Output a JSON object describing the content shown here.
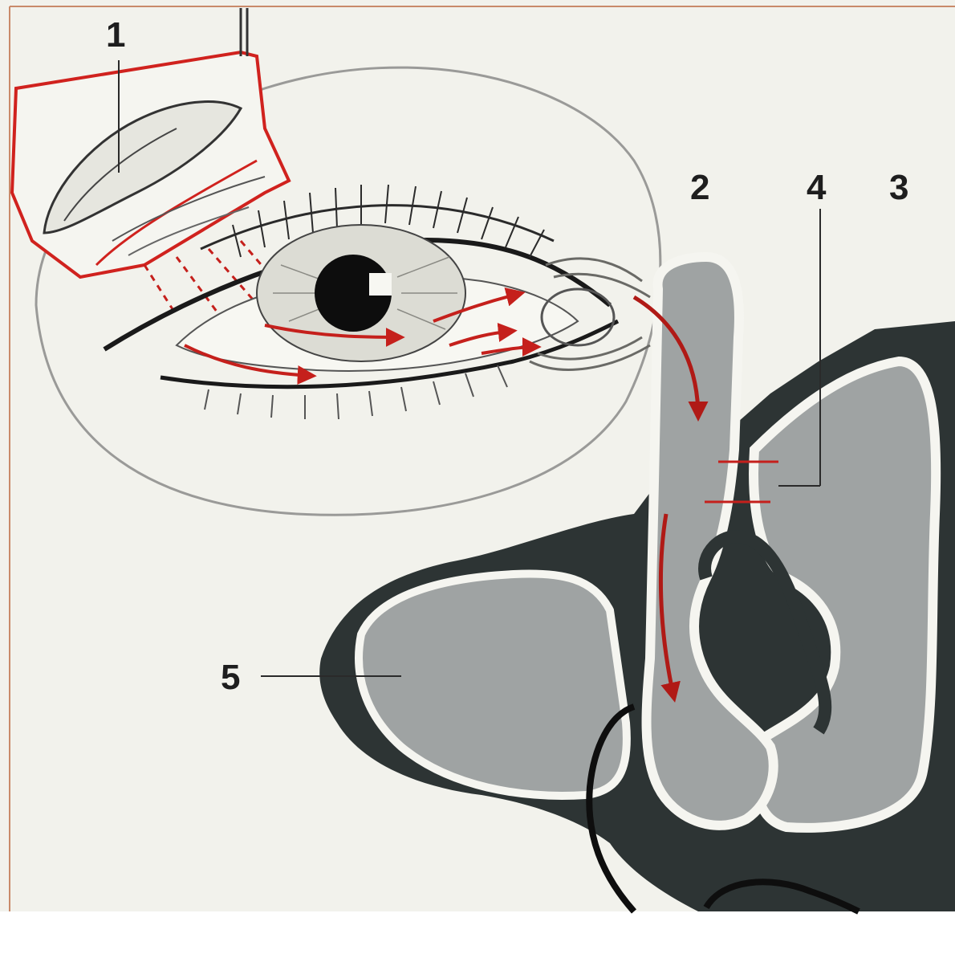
{
  "labels": {
    "lacrimal_gland": "1",
    "lacrimal_sac": "2",
    "maxillary_sinus_right": "3",
    "nasolacrimal_duct": "4",
    "maxillary_sinus_left": "5"
  },
  "colors": {
    "background": "#f2f2ec",
    "sinus_dark": "#2d3434",
    "sinus_gray": "#9fa3a3",
    "outline_red": "#d0221e",
    "tear_arrow": "#c5201c",
    "ink": "#1e1e1e"
  }
}
